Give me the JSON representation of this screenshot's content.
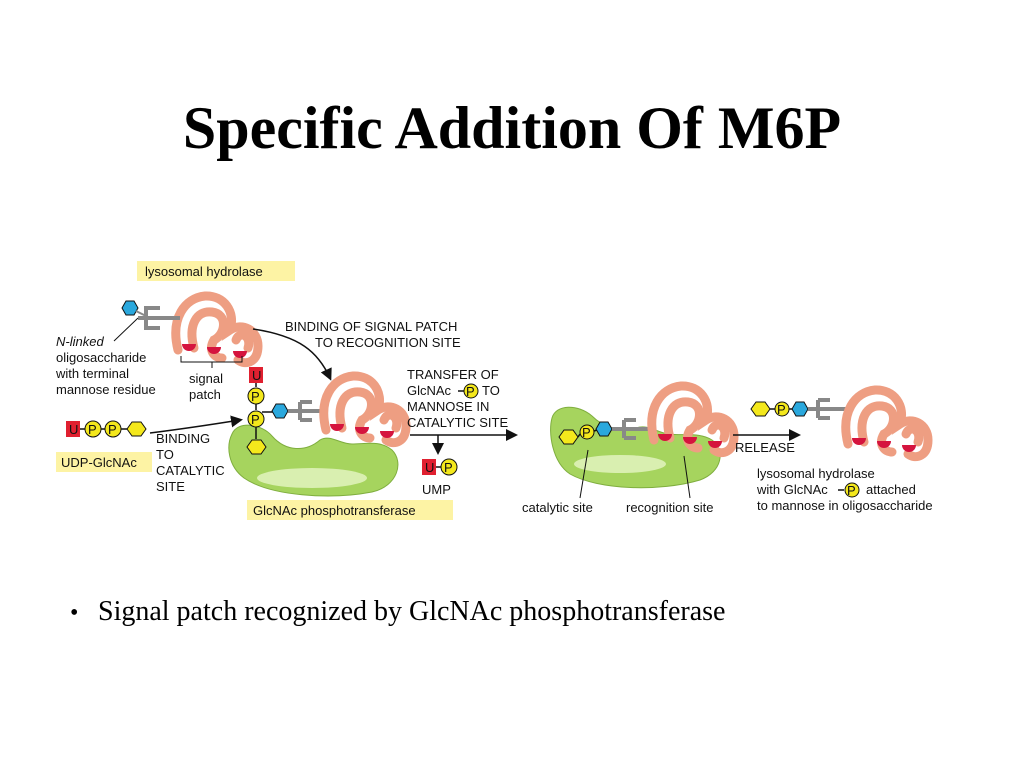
{
  "slide": {
    "title": "Specific Addition Of M6P",
    "bullet": "Signal patch recognized by GlcNAc phosphotransferase"
  },
  "diagram": {
    "hydrolase_label": "lysosomal hydrolase",
    "n_linked_lines": [
      "N-linked",
      "oligosaccharide",
      "with terminal",
      "mannose residue"
    ],
    "signal_patch_lines": [
      "signal",
      "patch"
    ],
    "binding_signal_lines": [
      "BINDING OF SIGNAL PATCH",
      "TO RECOGNITION SITE"
    ],
    "binding_catalytic_lines": [
      "BINDING",
      "TO",
      "CATALYTIC",
      "SITE"
    ],
    "udp_glcnac_label": "UDP-GlcNAc",
    "transfer_lines": [
      "TRANSFER OF",
      "GlcNAc",
      "TO",
      "MANNOSE IN",
      "CATALYTIC SITE"
    ],
    "ump_label": "UMP",
    "enzyme_label": "GlcNAc phosphotransferase",
    "catalytic_site_label": "catalytic site",
    "recognition_site_label": "recognition site",
    "release_label": "RELEASE",
    "result_lines": [
      "lysosomal hydrolase",
      "with GlcNAc",
      "attached",
      "to mannose in oligosaccharide"
    ],
    "uridine_glyph": "U",
    "phosphate_glyph": "P"
  },
  "colors": {
    "label_highlight": "#fdf3a4",
    "protein": "#ee9e82",
    "protein_outline": "#c0705a",
    "signal_patch": "#d5143e",
    "enzyme": "#a6d45e",
    "enzyme_light": "#d9efb0",
    "glcnac": "#f4e81c",
    "mannose": "#2aa8dd",
    "uridine": "#e02030"
  }
}
